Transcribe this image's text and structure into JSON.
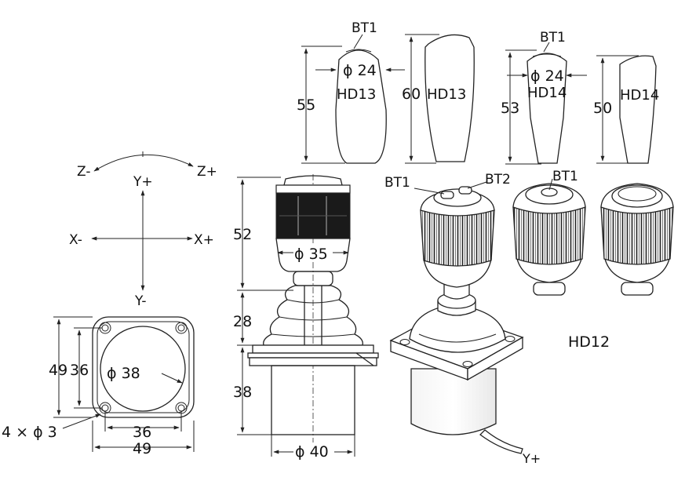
{
  "axes": {
    "z_minus": "Z-",
    "z_plus": "Z+",
    "y_plus": "Y+",
    "y_minus": "Y-",
    "x_minus": "X-",
    "x_plus": "X+"
  },
  "handles": {
    "hd13_profile": {
      "bt": "BT1",
      "dia": "ϕ 24",
      "name": "HD13",
      "height": "55"
    },
    "hd13_side": {
      "height": "60",
      "name": "HD13"
    },
    "hd14_profile": {
      "bt": "BT1",
      "dia": "ϕ 24",
      "name": "HD14",
      "height": "53"
    },
    "hd14_side": {
      "height": "50",
      "name": "HD14"
    }
  },
  "base": {
    "outer_height": "49",
    "inner_height": "36",
    "circle_dia": "ϕ 38",
    "holes": "4 × ϕ 3",
    "inner_width": "36",
    "outer_width": "49"
  },
  "side": {
    "handle_height": "52",
    "handle_dia": "ϕ 35",
    "boot_height": "28",
    "body_height": "38",
    "body_dia": "ϕ 40"
  },
  "iso": {
    "bt1": "BT1",
    "bt2": "BT2",
    "bt1_b": "BT1",
    "model": "HD12",
    "cable_axis": "Y+"
  }
}
